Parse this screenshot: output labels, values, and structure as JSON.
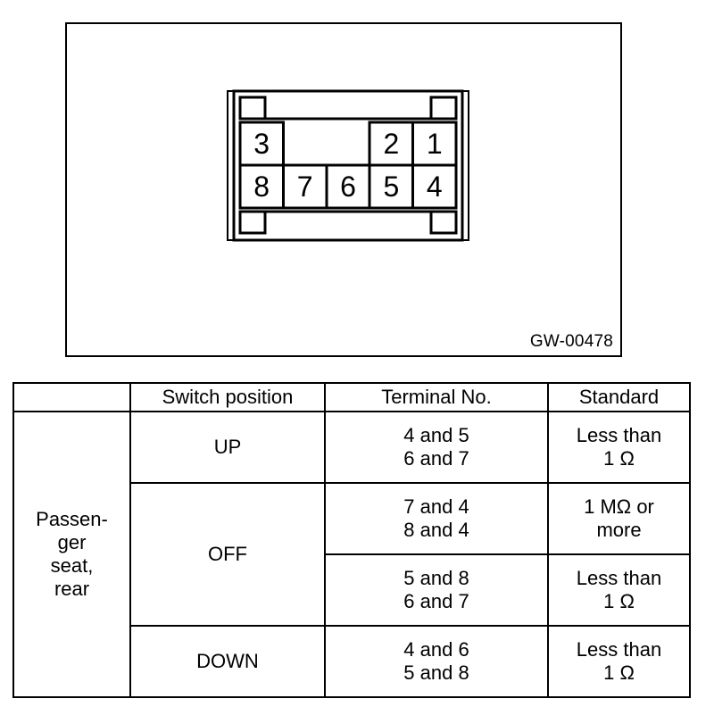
{
  "figure": {
    "caption": "GW-00478",
    "connector": {
      "name": "8-pin-connector-pinout",
      "top_row": [
        "3",
        "",
        "",
        "2",
        "1"
      ],
      "bottom_row": [
        "8",
        "7",
        "6",
        "5",
        "4"
      ]
    }
  },
  "table": {
    "headers": {
      "group": "",
      "switch_position": "Switch position",
      "terminal_no": "Terminal No.",
      "standard": "Standard"
    },
    "group_label": "Passen-\nger\nseat,\nrear",
    "rows": [
      {
        "switch_position": "UP",
        "terminal_no": "4 and 5\n6 and 7",
        "standard": "Less than\n1 Ω"
      },
      {
        "switch_position": "OFF",
        "terminal_no": "7 and 4\n8 and 4",
        "standard": "1 MΩ or\nmore"
      },
      {
        "switch_position": "",
        "terminal_no": "5 and 8\n6 and 7",
        "standard": "Less than\n1 Ω"
      },
      {
        "switch_position": "DOWN",
        "terminal_no": "4 and 6\n5 and 8",
        "standard": "Less than\n1 Ω"
      }
    ]
  },
  "colors": {
    "line": "#000000",
    "background": "#ffffff"
  }
}
